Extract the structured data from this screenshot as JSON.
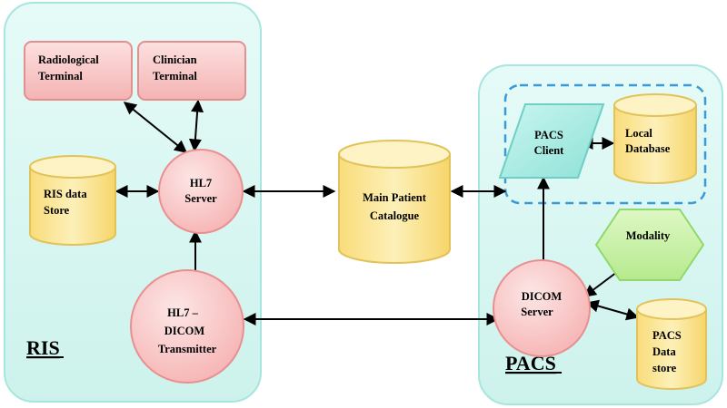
{
  "regions": {
    "ris": {
      "label": "RIS"
    },
    "pacs": {
      "label": "PACS"
    }
  },
  "nodes": {
    "radiological_terminal": {
      "line1": "Radiological",
      "line2": "Terminal"
    },
    "clinician_terminal": {
      "line1": "Clinician",
      "line2": "Terminal"
    },
    "hl7_server": {
      "line1": "HL7",
      "line2": "Server"
    },
    "ris_data_store": {
      "line1": "RIS data",
      "line2": "Store"
    },
    "hl7_dicom_transmitter": {
      "line1": "HL7 –",
      "line2": "DICOM",
      "line3": "Transmitter"
    },
    "main_patient_catalogue": {
      "line1": "Main Patient",
      "line2": "Catalogue"
    },
    "pacs_client": {
      "line1": "PACS",
      "line2": "Client"
    },
    "local_database": {
      "line1": "Local",
      "line2": "Database"
    },
    "modality": {
      "line1": "Modality"
    },
    "dicom_server": {
      "line1": "DICOM",
      "line2": "Server"
    },
    "pacs_data_store": {
      "line1": "PACS",
      "line2": "Data",
      "line3": "store"
    }
  },
  "colors": {
    "region_fill": "#d8f5f1",
    "region_stroke": "#9fe3dc",
    "terminal_fill": "#f8c4c4",
    "terminal_stroke": "#e48f8f",
    "server_fill": "#f9c9c9",
    "server_stroke": "#ea8f8f",
    "cylinder_fill": "#fbe69a",
    "cylinder_top": "#fdf3c4",
    "cylinder_stroke": "#e2c25a",
    "pacs_client_fill": "#a8ece4",
    "pacs_client_stroke": "#6fcfc4",
    "modality_fill": "#c9f2a8",
    "modality_stroke": "#8fd96a",
    "dashed_stroke": "#3a9ad9",
    "arrow": "#000000"
  }
}
